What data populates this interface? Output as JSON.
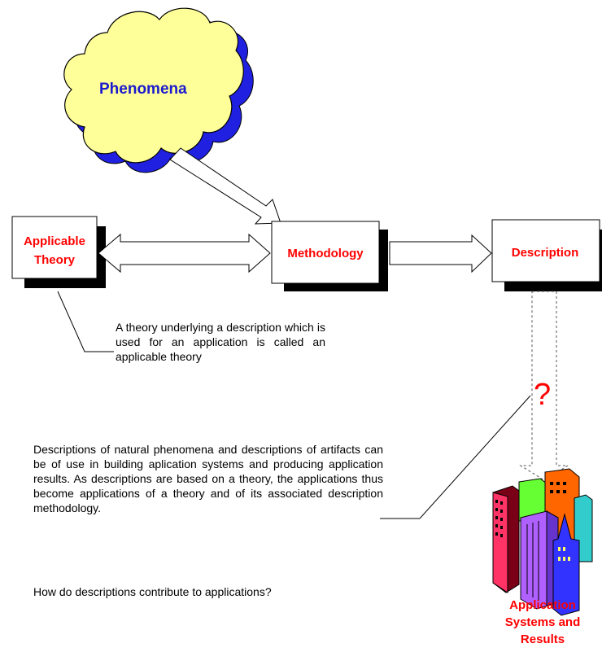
{
  "cloud": {
    "label": "Phenomena"
  },
  "boxes": {
    "applicable_theory": [
      "Applicable",
      "Theory"
    ],
    "methodology": "Methodology",
    "description": "Description"
  },
  "question_mark": "?",
  "output_label": [
    "Application",
    "Systems and",
    "Results"
  ],
  "notes": {
    "theory": "A theory underlying a description which is used for an application is called an applicable theory",
    "applications": "Descriptions of natural phenomena and descriptions of artifacts can be of use in building aplication systems and producing application results. As descriptions are based on a theory, the applications thus become applications of a theory and of its associated description methodology.",
    "question": "How do descriptions contribute to applications?"
  },
  "colors": {
    "cloud_fill": "#ffff99",
    "cloud_shadow": "#2020e0",
    "label_red": "#ff0000",
    "cloud_text": "#1a1ad0"
  },
  "icons": [
    "cloud-icon",
    "city-buildings-icon"
  ]
}
